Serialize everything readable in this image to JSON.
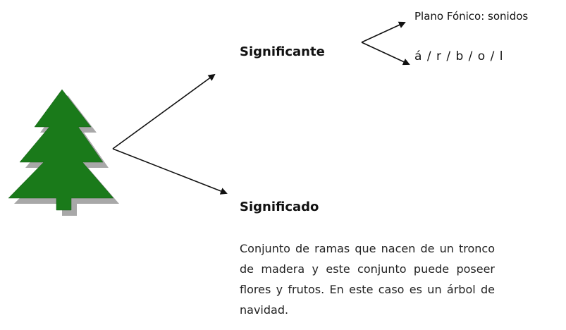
{
  "diagram": {
    "signifier_title": "Significante",
    "phonic_plane": "Plano Fónico: sonidos",
    "phonemes": "á / r / b / o / l",
    "signified_title": "Significado",
    "definition": "Conjunto de ramas que nacen de un tronco de madera y este conjunto puede poseer flores y frutos. En este caso es un árbol de navidad."
  },
  "colors": {
    "tree_fill": "#1a7a1a",
    "tree_shadow": "#a8a8a8",
    "arrow": "#111111"
  },
  "icons": {
    "tree": "pine-tree-icon"
  }
}
